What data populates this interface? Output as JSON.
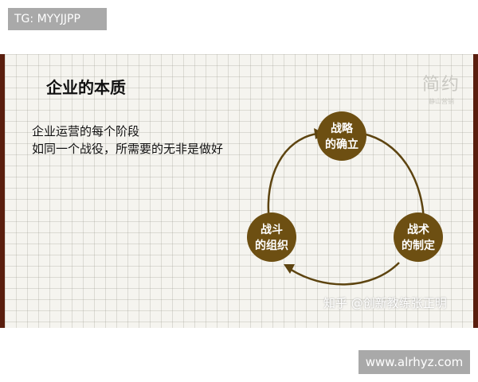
{
  "header_tag": "TG: MYYJJPP",
  "slide": {
    "title": "企业的本质",
    "subtitle_line1": "企业运营的每个阶段",
    "subtitle_line2": "如同一个战役，所需要的无非是做好",
    "logo": {
      "main": "简约",
      "sub": "静山营销"
    },
    "cycle": {
      "nodes": [
        {
          "line1": "战略",
          "line2": "的确立"
        },
        {
          "line1": "战术",
          "line2": "的制定"
        },
        {
          "line1": "战斗",
          "line2": "的组织"
        }
      ]
    },
    "watermark": "知乎 @创新教练张正明"
  },
  "footer_tag": "www.alrhyz.com",
  "colors": {
    "node": "#6d4f12",
    "frame": "#5a1e0e",
    "tag_bg": "#a9a9a9"
  }
}
